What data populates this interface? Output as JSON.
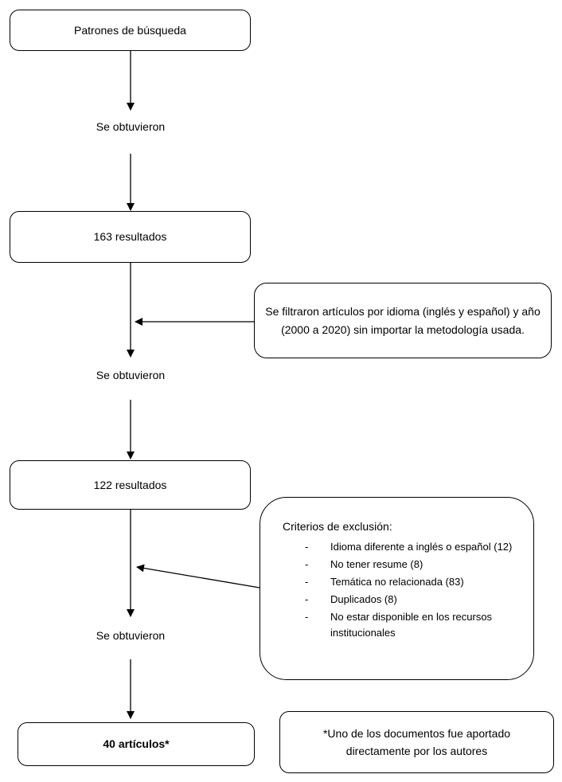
{
  "nodes": {
    "search_patterns": "Patrones  de  búsqueda",
    "obtained_1": "Se obtuvieron",
    "results_163": "163  resultados",
    "filter_note": "Se filtraron artículos por idioma  (inglés y español)  y año  (2000  a 2020)  sin importar la metodología  usada.",
    "obtained_2": "Se obtuvieron",
    "results_122": "122  resultados",
    "obtained_3": "Se obtuvieron",
    "final_articles": "40  artículos*",
    "footnote": "*Uno de los documentos  fue aportado directamente  por los autores"
  },
  "exclusion": {
    "title": "Criterios de exclusión:",
    "bullet": "-",
    "items": [
      "Idioma diferente a inglés o español (12)",
      "No tener resume (8)",
      "Temática no relacionada (83)",
      "Duplicados (8)",
      "No estar disponible en los recursos institucionales"
    ]
  }
}
